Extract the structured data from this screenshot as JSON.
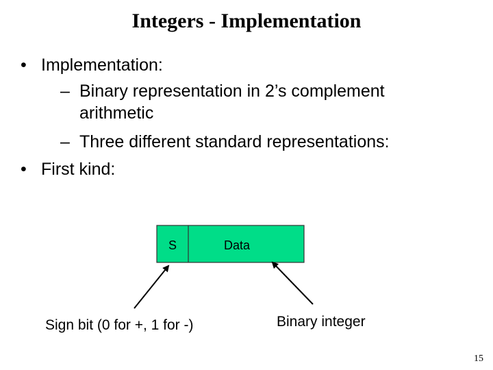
{
  "slide": {
    "title": "Integers - Implementation",
    "page_number": "15"
  },
  "bullets": [
    {
      "level": 1,
      "text": "Implementation:"
    },
    {
      "level": 2,
      "text": "Binary representation in 2’s complement"
    },
    {
      "level": 2,
      "text": "arithmetic",
      "continuation": true
    },
    {
      "level": 2,
      "text": "Three different standard representations:"
    },
    {
      "level": 1,
      "text": "First kind:"
    }
  ],
  "diagram": {
    "sign_field_label": "S",
    "data_field_label": "Data",
    "field_fill_color": "#00dd88",
    "sign_caption": "Sign bit (0 for +, 1 for -)",
    "data_caption": "Binary integer"
  }
}
